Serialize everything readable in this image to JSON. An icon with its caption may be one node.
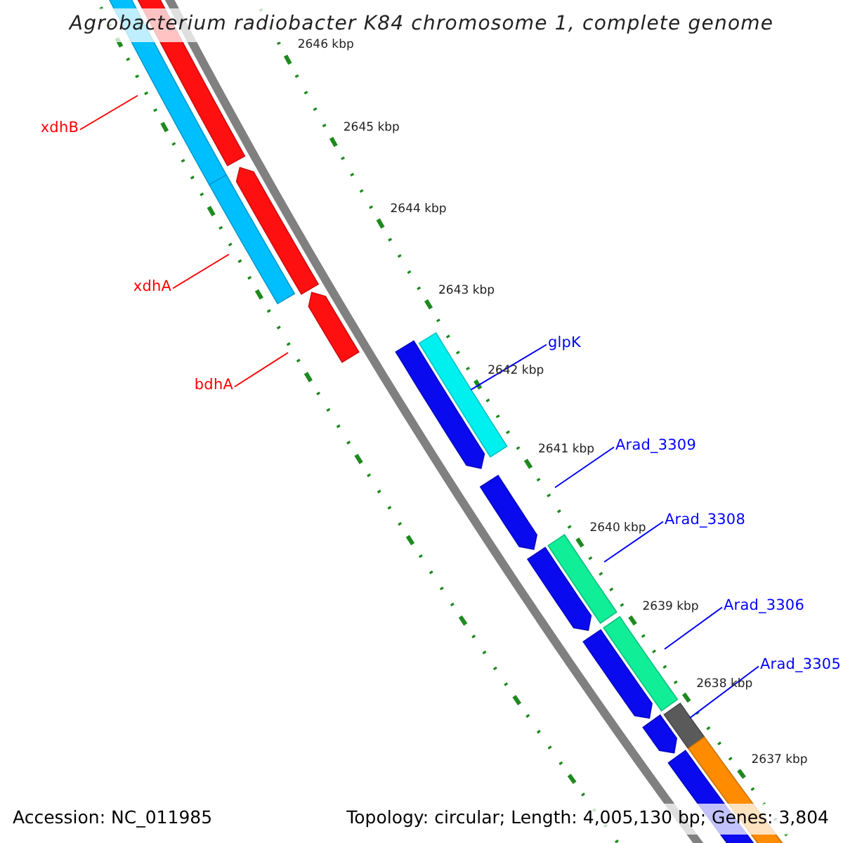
{
  "diagram": {
    "title": "Agrobacterium radiobacter K84 chromosome 1, complete genome",
    "nodes": [
      {
        "text": [
          "xdhB"
        ]
      },
      {
        "text": [
          "xdhA"
        ]
      },
      {
        "text": [
          "bdhA"
        ]
      },
      {
        "text": [
          "glpK"
        ]
      },
      {
        "text": [
          "Arad_3309"
        ]
      },
      {
        "text": [
          "Arad_3308"
        ]
      },
      {
        "text": [
          "Arad_3306"
        ]
      },
      {
        "text": [
          "Arad_3305"
        ]
      },
      {
        "text": [],
        "shape": "bar"
      },
      {
        "text": [],
        "shape": "pentagon"
      },
      {
        "text": [],
        "shape": "pentagon"
      },
      {
        "text": [],
        "shape": "bar"
      },
      {
        "text": [],
        "shape": "pentagon"
      },
      {
        "text": [],
        "shape": "bar"
      },
      {
        "text": [],
        "shape": "pentagon"
      },
      {
        "text": [],
        "shape": "pentagon"
      },
      {
        "text": [],
        "shape": "bar"
      },
      {
        "text": [],
        "shape": "pentagon"
      },
      {
        "text": [],
        "shape": "bar"
      },
      {
        "text": [],
        "shape": "pentagon"
      },
      {
        "text": [],
        "shape": "bar"
      },
      {
        "text": [],
        "shape": "pentagon"
      },
      {
        "text": [],
        "shape": "bar"
      },
      {
        "text": [],
        "shape": "pentagon"
      }
    ],
    "edges": [
      {
        "from": 0,
        "to": null,
        "arrow": "none",
        "color": "#ff0000"
      },
      {
        "from": 1,
        "to": null,
        "arrow": "none",
        "color": "#ff0000"
      },
      {
        "from": 2,
        "to": null,
        "arrow": "none",
        "color": "#ff0000"
      },
      {
        "from": 3,
        "to": 13,
        "arrow": "none"
      },
      {
        "from": 4,
        "to": null,
        "arrow": "none"
      },
      {
        "from": 5,
        "to": null,
        "arrow": "none"
      },
      {
        "from": 6,
        "to": null,
        "arrow": "none"
      },
      {
        "from": 7,
        "to": 20,
        "arrow": "none"
      }
    ],
    "labels": [
      "2646 kbp",
      "2645 kbp",
      "2644 kbp",
      "2643 kbp",
      "2642 kbp",
      "2641 kbp",
      "2640 kbp",
      "2639 kbp",
      "2638 kbp",
      "2637 kbp",
      "Accession: NC_011985",
      "Topology: circular; Length: 4,005,130 bp; Genes: 3,804"
    ]
  }
}
